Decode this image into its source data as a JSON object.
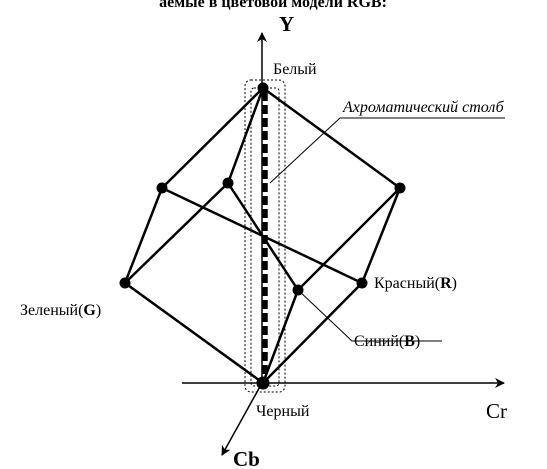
{
  "header_text": "аемые в цветовой модели RGB:",
  "axes": {
    "y": "Y",
    "cr": "Cr",
    "cb": "Cb"
  },
  "vertices": {
    "white": "Белый",
    "black": "Черный",
    "red": {
      "name": "Красный",
      "letter": "R"
    },
    "green": {
      "name": "Зеленый",
      "letter": "G"
    },
    "blue": {
      "name": "Синий",
      "letter": "B"
    }
  },
  "annotation": "Ахроматический столб"
}
